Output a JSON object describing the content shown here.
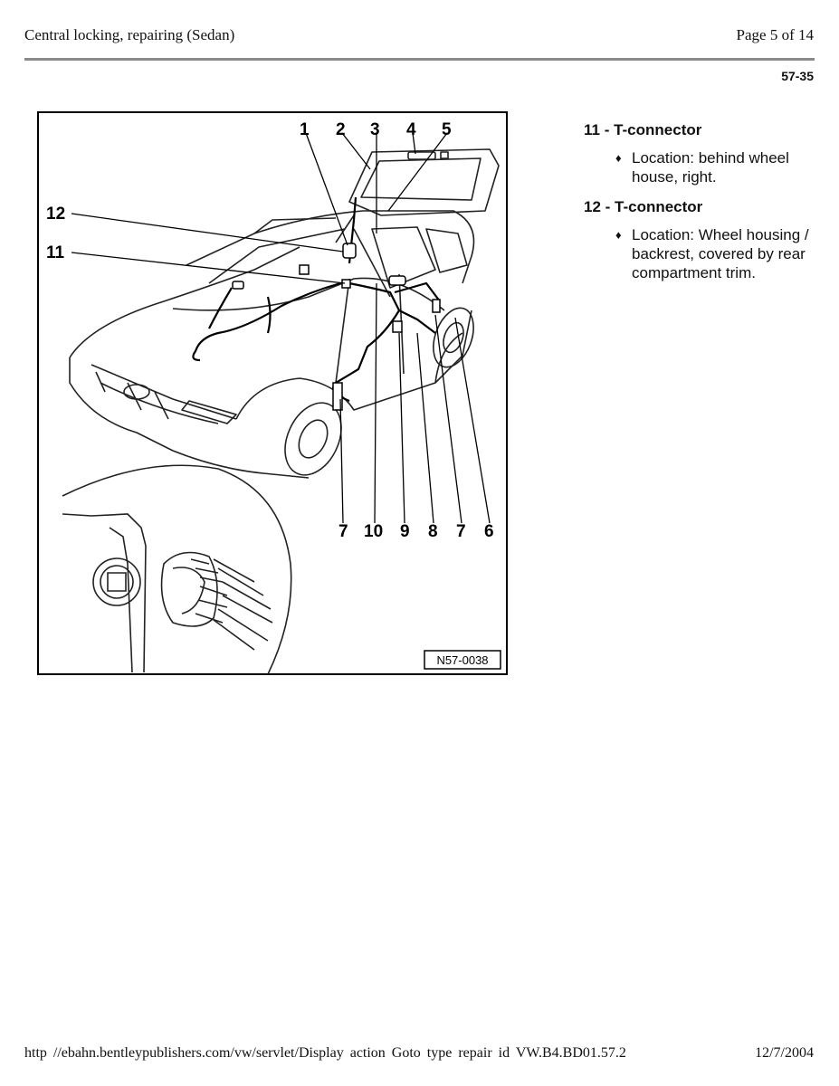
{
  "header": {
    "title": "Central locking, repairing (Sedan)",
    "page": "Page 5 of 14"
  },
  "page_code": "57-35",
  "figure": {
    "callouts": [
      "1",
      "2",
      "3",
      "4",
      "5",
      "12",
      "11",
      "7",
      "10",
      "9",
      "8",
      "7",
      "6"
    ],
    "figure_id": "N57-0038"
  },
  "items": [
    {
      "title": "11 - T-connector",
      "bullets": [
        "Location: behind wheel house, right."
      ]
    },
    {
      "title": "12 - T-connector",
      "bullets": [
        "Location: Wheel housing / backrest, covered by rear compartment trim."
      ]
    }
  ],
  "footer": {
    "url": "http //ebahn.bentleypublishers.com/vw/servlet/Display action Goto type repair id VW.B4.BD01.57.2",
    "date": "12/7/2004"
  }
}
